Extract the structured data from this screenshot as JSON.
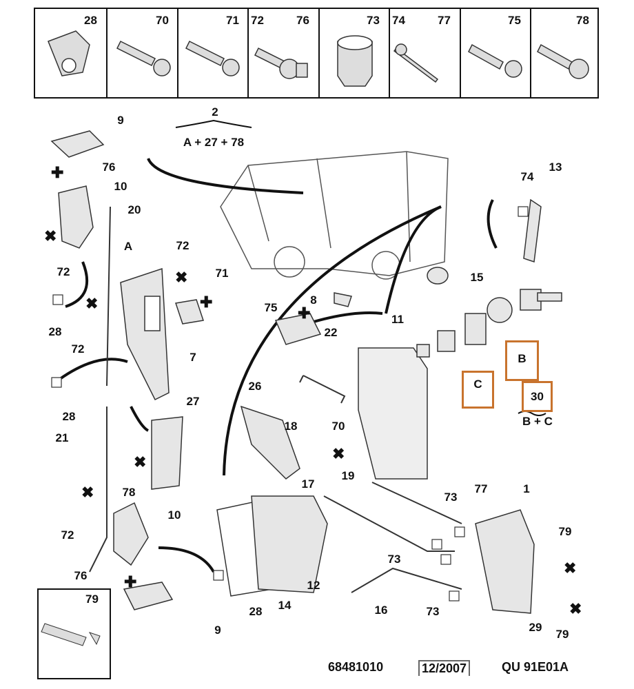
{
  "top_row": [
    {
      "left": "28",
      "right": ""
    },
    {
      "left": "",
      "right": "70"
    },
    {
      "left": "",
      "right": "71"
    },
    {
      "left": "72",
      "right": "76"
    },
    {
      "left": "",
      "right": "73"
    },
    {
      "left": "74",
      "right": "77"
    },
    {
      "left": "",
      "right": "75"
    },
    {
      "left": "",
      "right": "78"
    }
  ],
  "callouts": [
    "9",
    "2",
    "A + 27 + 78",
    "76",
    "10",
    "20",
    "72",
    "A",
    "72",
    "71",
    "28",
    "72",
    "7",
    "28",
    "27",
    "21",
    "78",
    "72",
    "10",
    "76",
    "9",
    "74",
    "13",
    "15",
    "8",
    "75",
    "22",
    "11",
    "26",
    "18",
    "70",
    "17",
    "19",
    "73",
    "77",
    "1",
    "79",
    "73",
    "73",
    "16",
    "12",
    "14",
    "28",
    "29",
    "79",
    "B + C"
  ],
  "boxes": {
    "c": "C",
    "b": "B",
    "thirty": "30",
    "inset": "79"
  },
  "footer": {
    "ref": "68481010",
    "date": "12/2007",
    "code": "QU 91E01A"
  },
  "colors": {
    "highlight": "#c8732d"
  }
}
